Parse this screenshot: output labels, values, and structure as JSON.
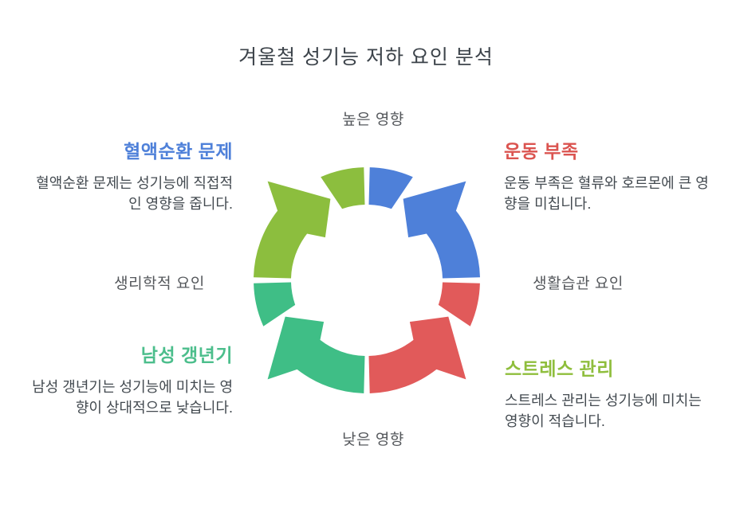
{
  "title": "겨울철 성기능 저하 요인 분석",
  "axes": {
    "top": "높은 영향",
    "bottom": "낮은 영향",
    "left": "생리학적 요인",
    "right": "생활습관 요인"
  },
  "quadrants": {
    "top_left": {
      "heading": "혈액순환 문제",
      "body": "혈액순환 문제는 성기능에 직접적인 영향을 줍니다.",
      "color": "#4E80D9"
    },
    "top_right": {
      "heading": "운동 부족",
      "body": "운동 부족은 혈류와 호르몬에 큰 영향을 미칩니다.",
      "color": "#DB5450"
    },
    "bottom_left": {
      "heading": "남성 갱년기",
      "body": "남성 갱년기는 성기능에 미치는 영향이 상대적으로 낮습니다.",
      "color": "#4CBE8C"
    },
    "bottom_right": {
      "heading": "스트레스 관리",
      "body": "스트레스 관리는 성기능에 미치는 영향이 적습니다.",
      "color": "#8FBE3D"
    }
  },
  "cycle": {
    "segments": {
      "top_right": "#4E80D9",
      "bottom_right": "#E15A5A",
      "bottom_left": "#3FBE86",
      "top_left": "#8CBE3E"
    }
  },
  "colors": {
    "title": "#3C434A",
    "body_text": "#434A50",
    "axis_text": "#55585C",
    "background": "#FFFFFF"
  }
}
